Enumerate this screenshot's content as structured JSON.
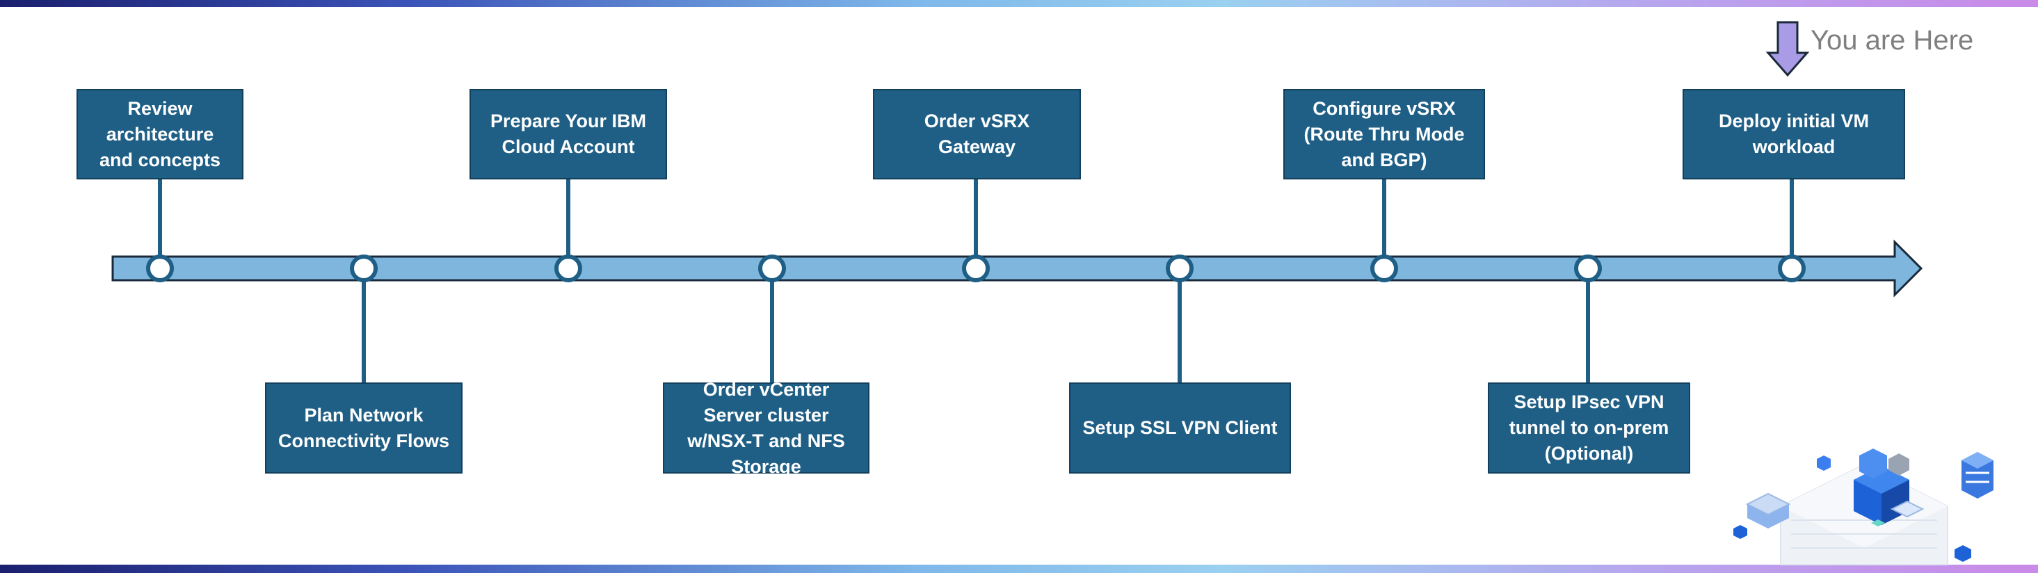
{
  "you_are_here": "You are Here",
  "steps": [
    {
      "label": "Review architecture and concepts"
    },
    {
      "label": "Plan Network Connectivity Flows"
    },
    {
      "label": "Prepare Your IBM Cloud Account"
    },
    {
      "label": "Order vCenter Server cluster w/NSX-T and NFS Storage"
    },
    {
      "label": "Order vSRX Gateway"
    },
    {
      "label": "Setup SSL VPN Client"
    },
    {
      "label": "Configure vSRX (Route Thru Mode and BGP)"
    },
    {
      "label": "Setup IPsec VPN tunnel to on-prem (Optional)"
    },
    {
      "label": "Deploy initial VM workload"
    }
  ],
  "colors": {
    "box_fill": "#1f5f86",
    "timeline_fill": "#7eb6de",
    "marker_arrow": "#a99be6"
  }
}
